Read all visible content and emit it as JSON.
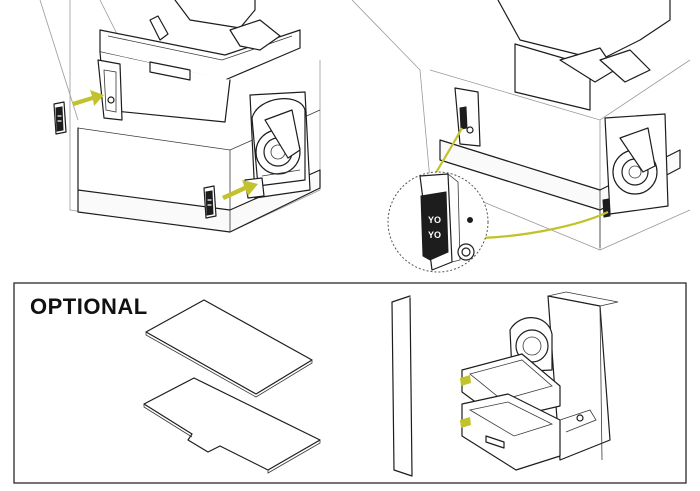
{
  "optional_section": {
    "title": "OPTIONAL"
  },
  "product_badge": {
    "logo_line1": "YO",
    "logo_line2": "YO"
  },
  "colors": {
    "accent": "#c2c22c",
    "line": "#1d1d1d",
    "background": "#ffffff"
  },
  "icons": [
    "arrow-right-icon",
    "yoyo-logo-badge",
    "magnifier-callout"
  ]
}
